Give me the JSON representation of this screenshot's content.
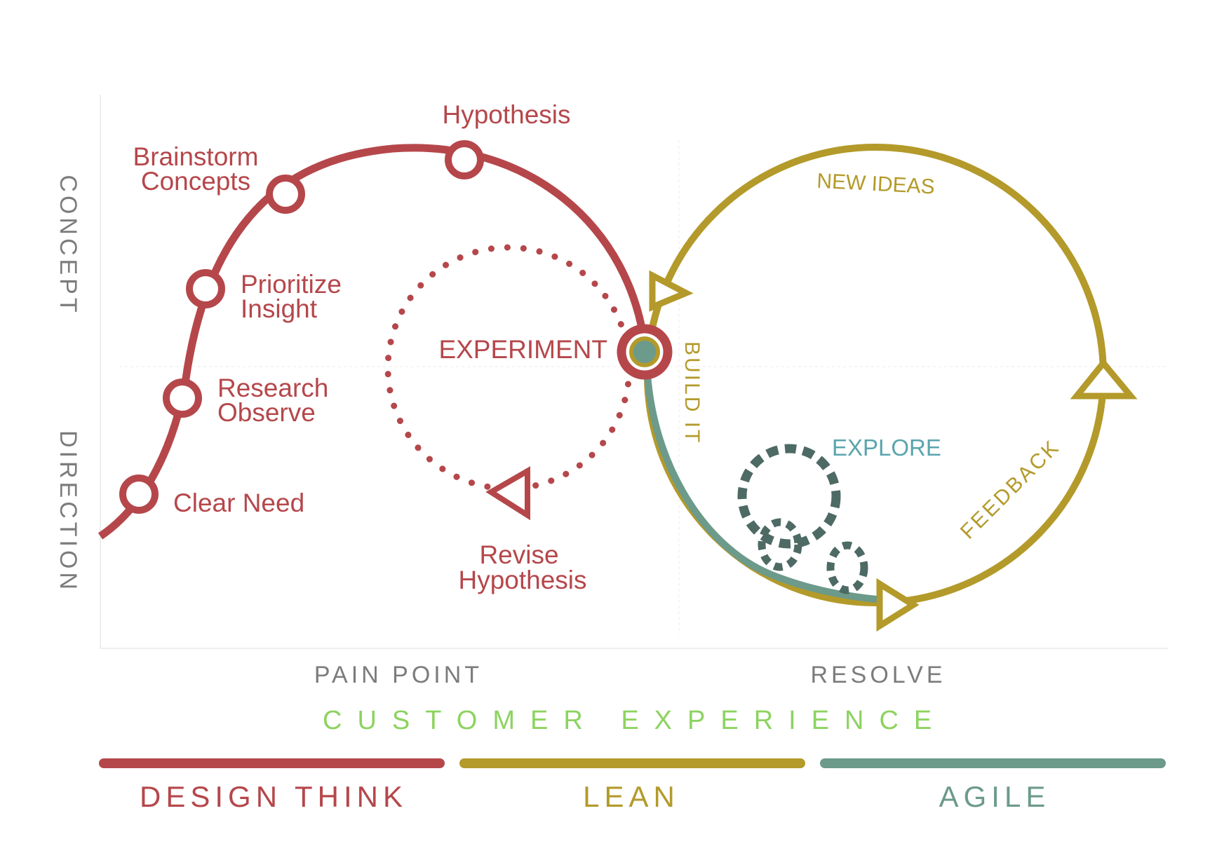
{
  "axes": {
    "y_upper": "CONCEPT",
    "y_lower": "DIRECTION",
    "x_left": "PAIN POINT",
    "x_right": "RESOLVE"
  },
  "curve_points": [
    {
      "id": "clear-need",
      "label": "Clear Need"
    },
    {
      "id": "research-observe",
      "line1": "Research",
      "line2": "Observe"
    },
    {
      "id": "prioritize-insight",
      "line1": "Prioritize",
      "line2": "Insight"
    },
    {
      "id": "brainstorm-concepts",
      "line1": "Brainstorm",
      "line2": "Concepts"
    },
    {
      "id": "hypothesis",
      "label": "Hypothesis"
    }
  ],
  "experiment_label": "EXPERIMENT",
  "revise_label": {
    "line1": "Revise",
    "line2": "Hypothesis"
  },
  "lean_loop": {
    "new_ideas": "NEW IDEAS",
    "build_it": "BUILD IT",
    "feedback": "FEEDBACK",
    "explore": "EXPLORE"
  },
  "customer_experience": "CUSTOMER EXPERIENCE",
  "methods": [
    {
      "label": "DESIGN THINK",
      "color": "#b5474b"
    },
    {
      "label": "LEAN",
      "color": "#b39a2a"
    },
    {
      "label": "AGILE",
      "color": "#6c9a8b"
    }
  ],
  "colors": {
    "design_red": "#b5474b",
    "lean_gold": "#b39a2a",
    "agile_teal": "#6c9a8b",
    "explore_teal": "#5aa5ad",
    "customer_green": "#8dd360",
    "axis_gray": "#7c7c7c"
  }
}
